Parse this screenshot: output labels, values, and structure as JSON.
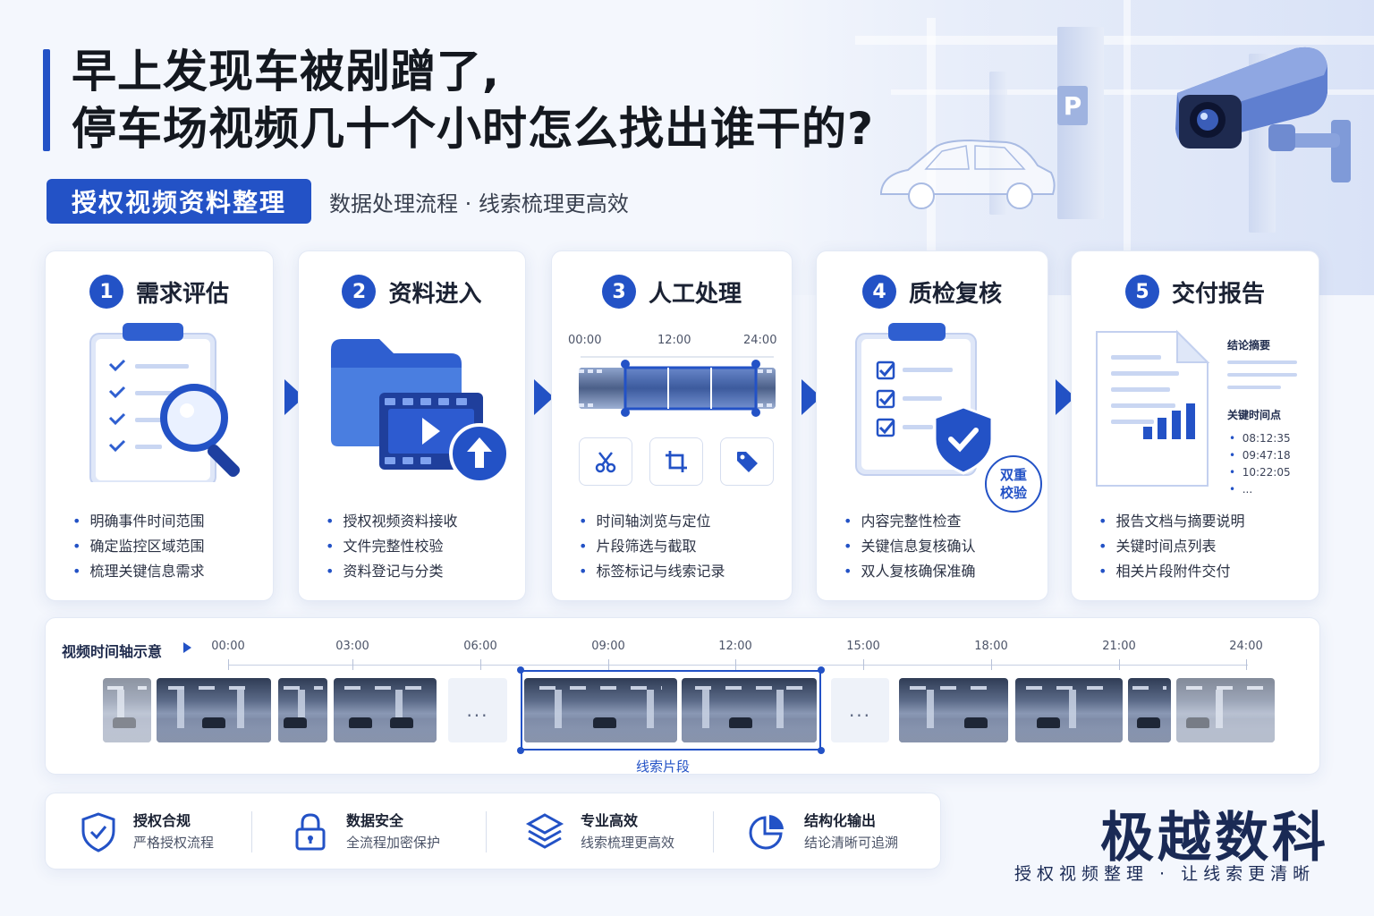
{
  "header": {
    "title_line1": "早上发现车被剐蹭了,",
    "title_line2": "停车场视频几十个小时怎么找出谁干的?",
    "badge": "授权视频资料整理",
    "subtitle": "数据处理流程 · 线索梳理更高效",
    "parking_sign": "P"
  },
  "steps": [
    {
      "num": "1",
      "title": "需求评估",
      "bullets": [
        "明确事件时间范围",
        "确定监控区域范围",
        "梳理关键信息需求"
      ]
    },
    {
      "num": "2",
      "title": "资料进入",
      "bullets": [
        "授权视频资料接收",
        "文件完整性校验",
        "资料登记与分类"
      ]
    },
    {
      "num": "3",
      "title": "人工处理",
      "bullets": [
        "时间轴浏览与定位",
        "片段筛选与截取",
        "标签标记与线索记录"
      ],
      "time_ticks": [
        "00:00",
        "12:00",
        "24:00"
      ]
    },
    {
      "num": "4",
      "title": "质检复核",
      "bullets": [
        "内容完整性检查",
        "关键信息复核确认",
        "双人复核确保准确"
      ],
      "stamp_line1": "双重",
      "stamp_line2": "校验"
    },
    {
      "num": "5",
      "title": "交付报告",
      "bullets": [
        "报告文档与摘要说明",
        "关键时间点列表",
        "相关片段附件交付"
      ],
      "summary_label": "结论摘要",
      "keypoints_label": "关键时间点",
      "keypoints": [
        "08:12:35",
        "09:47:18",
        "10:22:05",
        "..."
      ]
    }
  ],
  "timeline": {
    "label": "视频时间轴示意",
    "ticks": [
      "00:00",
      "03:00",
      "06:00",
      "09:00",
      "12:00",
      "15:00",
      "18:00",
      "21:00",
      "24:00"
    ],
    "ellipsis": "...",
    "selection_label": "线索片段"
  },
  "features": [
    {
      "icon": "shield-check-icon",
      "title": "授权合规",
      "subtitle": "严格授权流程"
    },
    {
      "icon": "lock-icon",
      "title": "数据安全",
      "subtitle": "全流程加密保护"
    },
    {
      "icon": "layers-icon",
      "title": "专业高效",
      "subtitle": "线索梳理更高效"
    },
    {
      "icon": "pie-chart-icon",
      "title": "结构化输出",
      "subtitle": "结论清晰可追溯"
    }
  ],
  "brand": {
    "name": "极越数科",
    "tagline": "授权视频整理 · 让线索更清晰"
  },
  "colors": {
    "accent": "#2352c6",
    "brand_text": "#1a2a55",
    "background": "#f4f7fd"
  }
}
